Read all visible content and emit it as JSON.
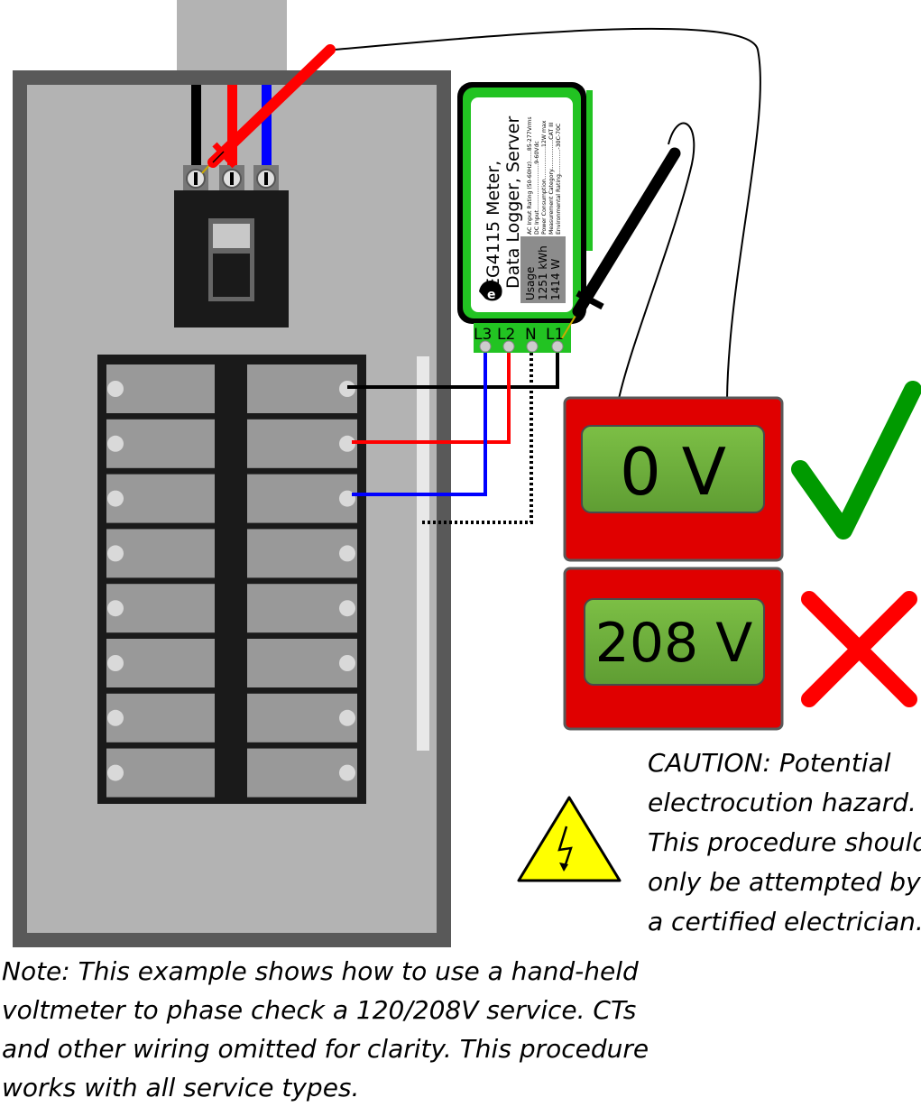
{
  "meter": {
    "title_line1": "EG4115 Meter,",
    "title_line2": "Data Logger, Server",
    "logo_letter": "e",
    "ratings": [
      "AC Input Rating (50-60Hz)......85-277Vrms",
      "DC Input..........................9-60Vdc",
      "Power Consumption..................12W max",
      "Measurement Category.................CAT III",
      "Environmental Rating..............-30C-70C"
    ],
    "usage_label": "Usage",
    "usage_energy": "1251 kWh",
    "usage_power": "1414 W",
    "terminals": [
      "L3",
      "L2",
      "N",
      "L1"
    ]
  },
  "voltmeter_good": {
    "reading": "0 V",
    "status_icon": "checkmark-icon",
    "color": "#009a00"
  },
  "voltmeter_bad": {
    "reading": "208 V",
    "status_icon": "x-mark-icon",
    "color": "#ff0000"
  },
  "caution": {
    "lines": [
      "CAUTION:  Potential",
      "electrocution hazard.",
      "This procedure should",
      "only be attempted by",
      "a certified electrician."
    ]
  },
  "note": {
    "lines": [
      "Note: This example shows how to use a hand-held",
      "voltmeter to phase check a 120/208V service. CTs",
      "and other wiring omitted for clarity. This procedure",
      "works with all service types."
    ]
  },
  "colors": {
    "wire_l1": "#000000",
    "wire_l2": "#ff0000",
    "wire_l3": "#0000ff",
    "panel_frame": "#595959",
    "panel_inner": "#b3b3b3",
    "meter_green": "#22c322",
    "display_green": "#6aab3a",
    "voltmeter_red": "#e00000"
  },
  "icons": {
    "warning": "high-voltage-warning-icon",
    "breaker_panel": "breaker-panel-icon",
    "main_breaker": "main-breaker-icon"
  }
}
